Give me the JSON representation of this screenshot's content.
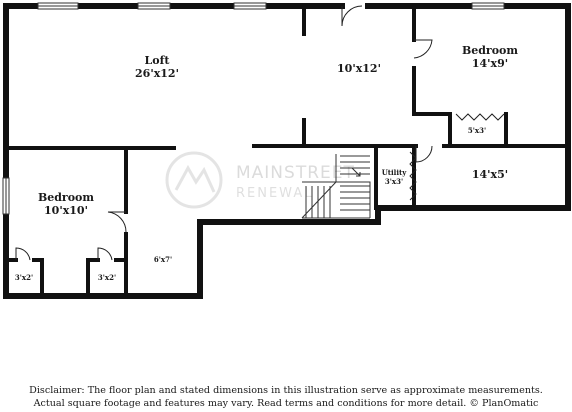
{
  "rooms": {
    "loft": {
      "name": "Loft",
      "dims": "26'x12'"
    },
    "center_room": {
      "dims": "10'x12'"
    },
    "bedroom_ne": {
      "name": "Bedroom",
      "dims": "14'x9'"
    },
    "closet_ne": {
      "dims": "5'x3'"
    },
    "room_east": {
      "dims": "14'x5'"
    },
    "utility": {
      "name": "Utility",
      "dims": "3'x3'"
    },
    "bedroom_w": {
      "name": "Bedroom",
      "dims": "10'x10'"
    },
    "closet_w1": {
      "dims": "3'x2'"
    },
    "closet_w2": {
      "dims": "3'x2'"
    },
    "room_small": {
      "dims": "6'x7'"
    }
  },
  "watermark": {
    "line1": "MAINSTREET",
    "line2": "RENEWAL"
  },
  "disclaimer": {
    "line1": "Disclaimer: The floor plan and stated dimensions in this illustration serve as approximate measurements.",
    "line2": "Actual square footage and features may vary. Read terms and conditions for more detail. © PlanOmatic"
  }
}
